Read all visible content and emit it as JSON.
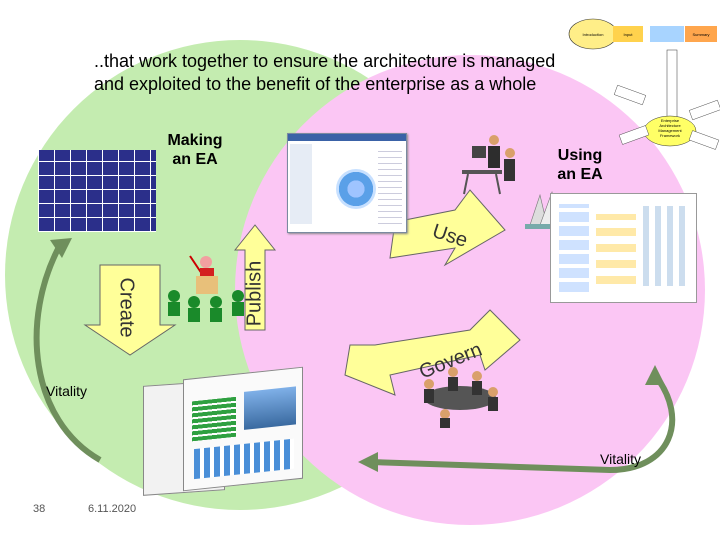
{
  "slide": {
    "heading": "..that work together to ensure the architecture is managed\nand exploited to the benefit of the enterprise as a whole",
    "making_label": "Making\nan EA",
    "using_label": "Using\nan EA",
    "arrows": {
      "use": "Use",
      "create": "Create",
      "publish": "Publish",
      "govern": "Govern"
    },
    "vitality_left": "Vitality",
    "vitality_right": "Vitality",
    "page_number": "38",
    "date": "6.11.2020"
  },
  "mini_diagram": {
    "boxes": [
      "Introduction",
      "Input",
      "",
      "Summary"
    ],
    "center_label": "Enterprise\nArchitecture\nManagement\nFramework"
  },
  "colors": {
    "left_circle": "#c4ecb0",
    "right_circle": "#fbc6f4",
    "arrow_fill": "#ffff99",
    "arrow_stroke": "#666666",
    "vitality_arrow": "#6f8f5c",
    "mini_center": "#ffff66"
  }
}
